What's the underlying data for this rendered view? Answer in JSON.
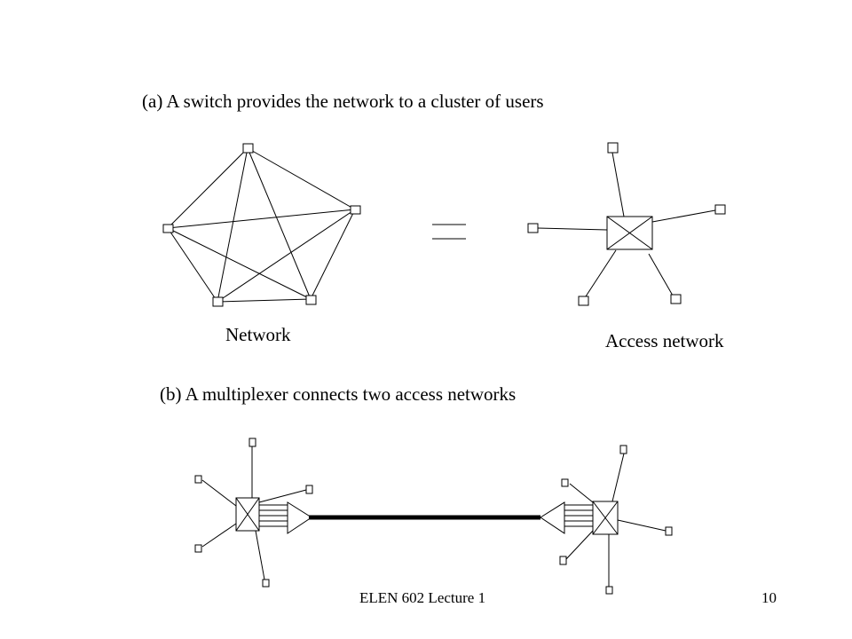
{
  "slide": {
    "caption_a": "(a)  A switch provides the network to a cluster of users",
    "caption_b": "(b)  A multiplexer connects two access networks",
    "label_network": "Network",
    "label_access_network": "Access network",
    "footer_title": "ELEN 602 Lecture 1",
    "footer_page": "10"
  },
  "colors": {
    "background": "#ffffff",
    "ink": "#000000"
  }
}
